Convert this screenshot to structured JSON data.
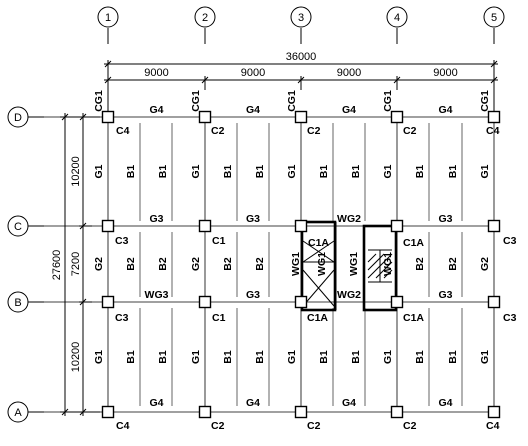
{
  "axes": {
    "numbers": [
      "1",
      "2",
      "3",
      "4",
      "5"
    ],
    "letters": [
      "D",
      "C",
      "B",
      "A"
    ]
  },
  "dimensions": {
    "overall_x": "36000",
    "bays_x": [
      "9000",
      "9000",
      "9000",
      "9000"
    ],
    "overall_y": "27600",
    "bays_y": [
      "10200",
      "7200",
      "10200"
    ]
  },
  "columns": {
    "D": [
      "C4",
      "C2",
      "C2",
      "C2",
      "C4"
    ],
    "C": [
      "C3",
      "C1",
      "C1A",
      "C1A",
      "C3"
    ],
    "B": [
      "C3",
      "C1",
      "C1A",
      "C1A",
      "C3"
    ],
    "A": [
      "C4",
      "C2",
      "C2",
      "C2",
      "C4"
    ]
  },
  "beams_x": {
    "D": [
      "G4",
      "G4",
      "G4",
      "G4"
    ],
    "C": [
      "G3",
      "G3",
      "WG2",
      "G3"
    ],
    "B": [
      "WG3",
      "G3",
      "WG2",
      "G3"
    ],
    "A": [
      "G4",
      "G4",
      "G4",
      "G4"
    ]
  },
  "top_column_labels": [
    "CG1",
    "CG1",
    "CG1",
    "CG1",
    "CG1"
  ],
  "beams_y": {
    "top": [
      "G1",
      "G1",
      "G1",
      "G1",
      "G1"
    ],
    "mid": [
      "G2",
      "G2",
      "WG1",
      "WG1",
      "G2"
    ],
    "bottom": [
      "G1",
      "G1",
      "G1",
      "G1",
      "G1"
    ]
  },
  "secondary_beams": {
    "b1": "B1",
    "b2": "B2",
    "wg1": "WG1"
  }
}
